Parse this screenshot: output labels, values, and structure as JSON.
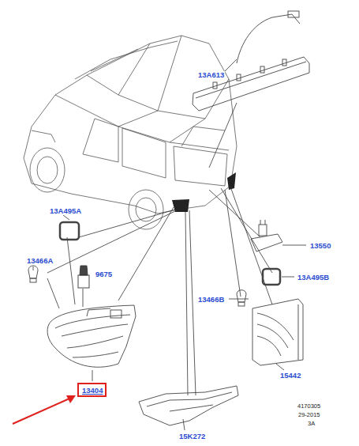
{
  "diagram": {
    "nodes": [
      {
        "text": [
          "13404"
        ]
      }
    ],
    "labels": [
      "13A613",
      "13A495A",
      "13466A",
      "9675",
      "13550",
      "13A495B",
      "13466B",
      "15442",
      "15K272",
      "4170305",
      "29-2015",
      "3A"
    ]
  }
}
